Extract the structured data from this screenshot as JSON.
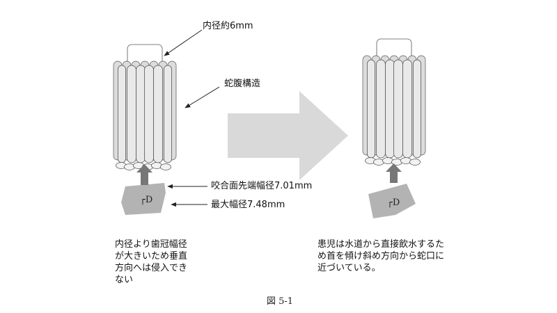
{
  "labels": {
    "inner_diameter": "内径約6mm",
    "bellows": "蛇腹構造",
    "occlusal_width": "咬合面先端幅径7.01mm",
    "max_width": "最大幅径7.48mm",
    "tooth_left": "┌D",
    "tooth_right": "┌D"
  },
  "left_text": [
    "内径より歯冠幅径",
    "が大きいため垂直",
    "方向へは侵入でき",
    "ない"
  ],
  "right_text": [
    "患児は水道から直接飲水するた",
    "め首を傾け斜め方向から蛇口に",
    "近づいている。"
  ],
  "caption": "図 5-1",
  "colors": {
    "tube_fill": "#e9e9e9",
    "tube_stroke": "#555555",
    "big_arrow": "#d9d9d9",
    "tooth": "#b3b3b3",
    "small_arrow": "#777777"
  }
}
